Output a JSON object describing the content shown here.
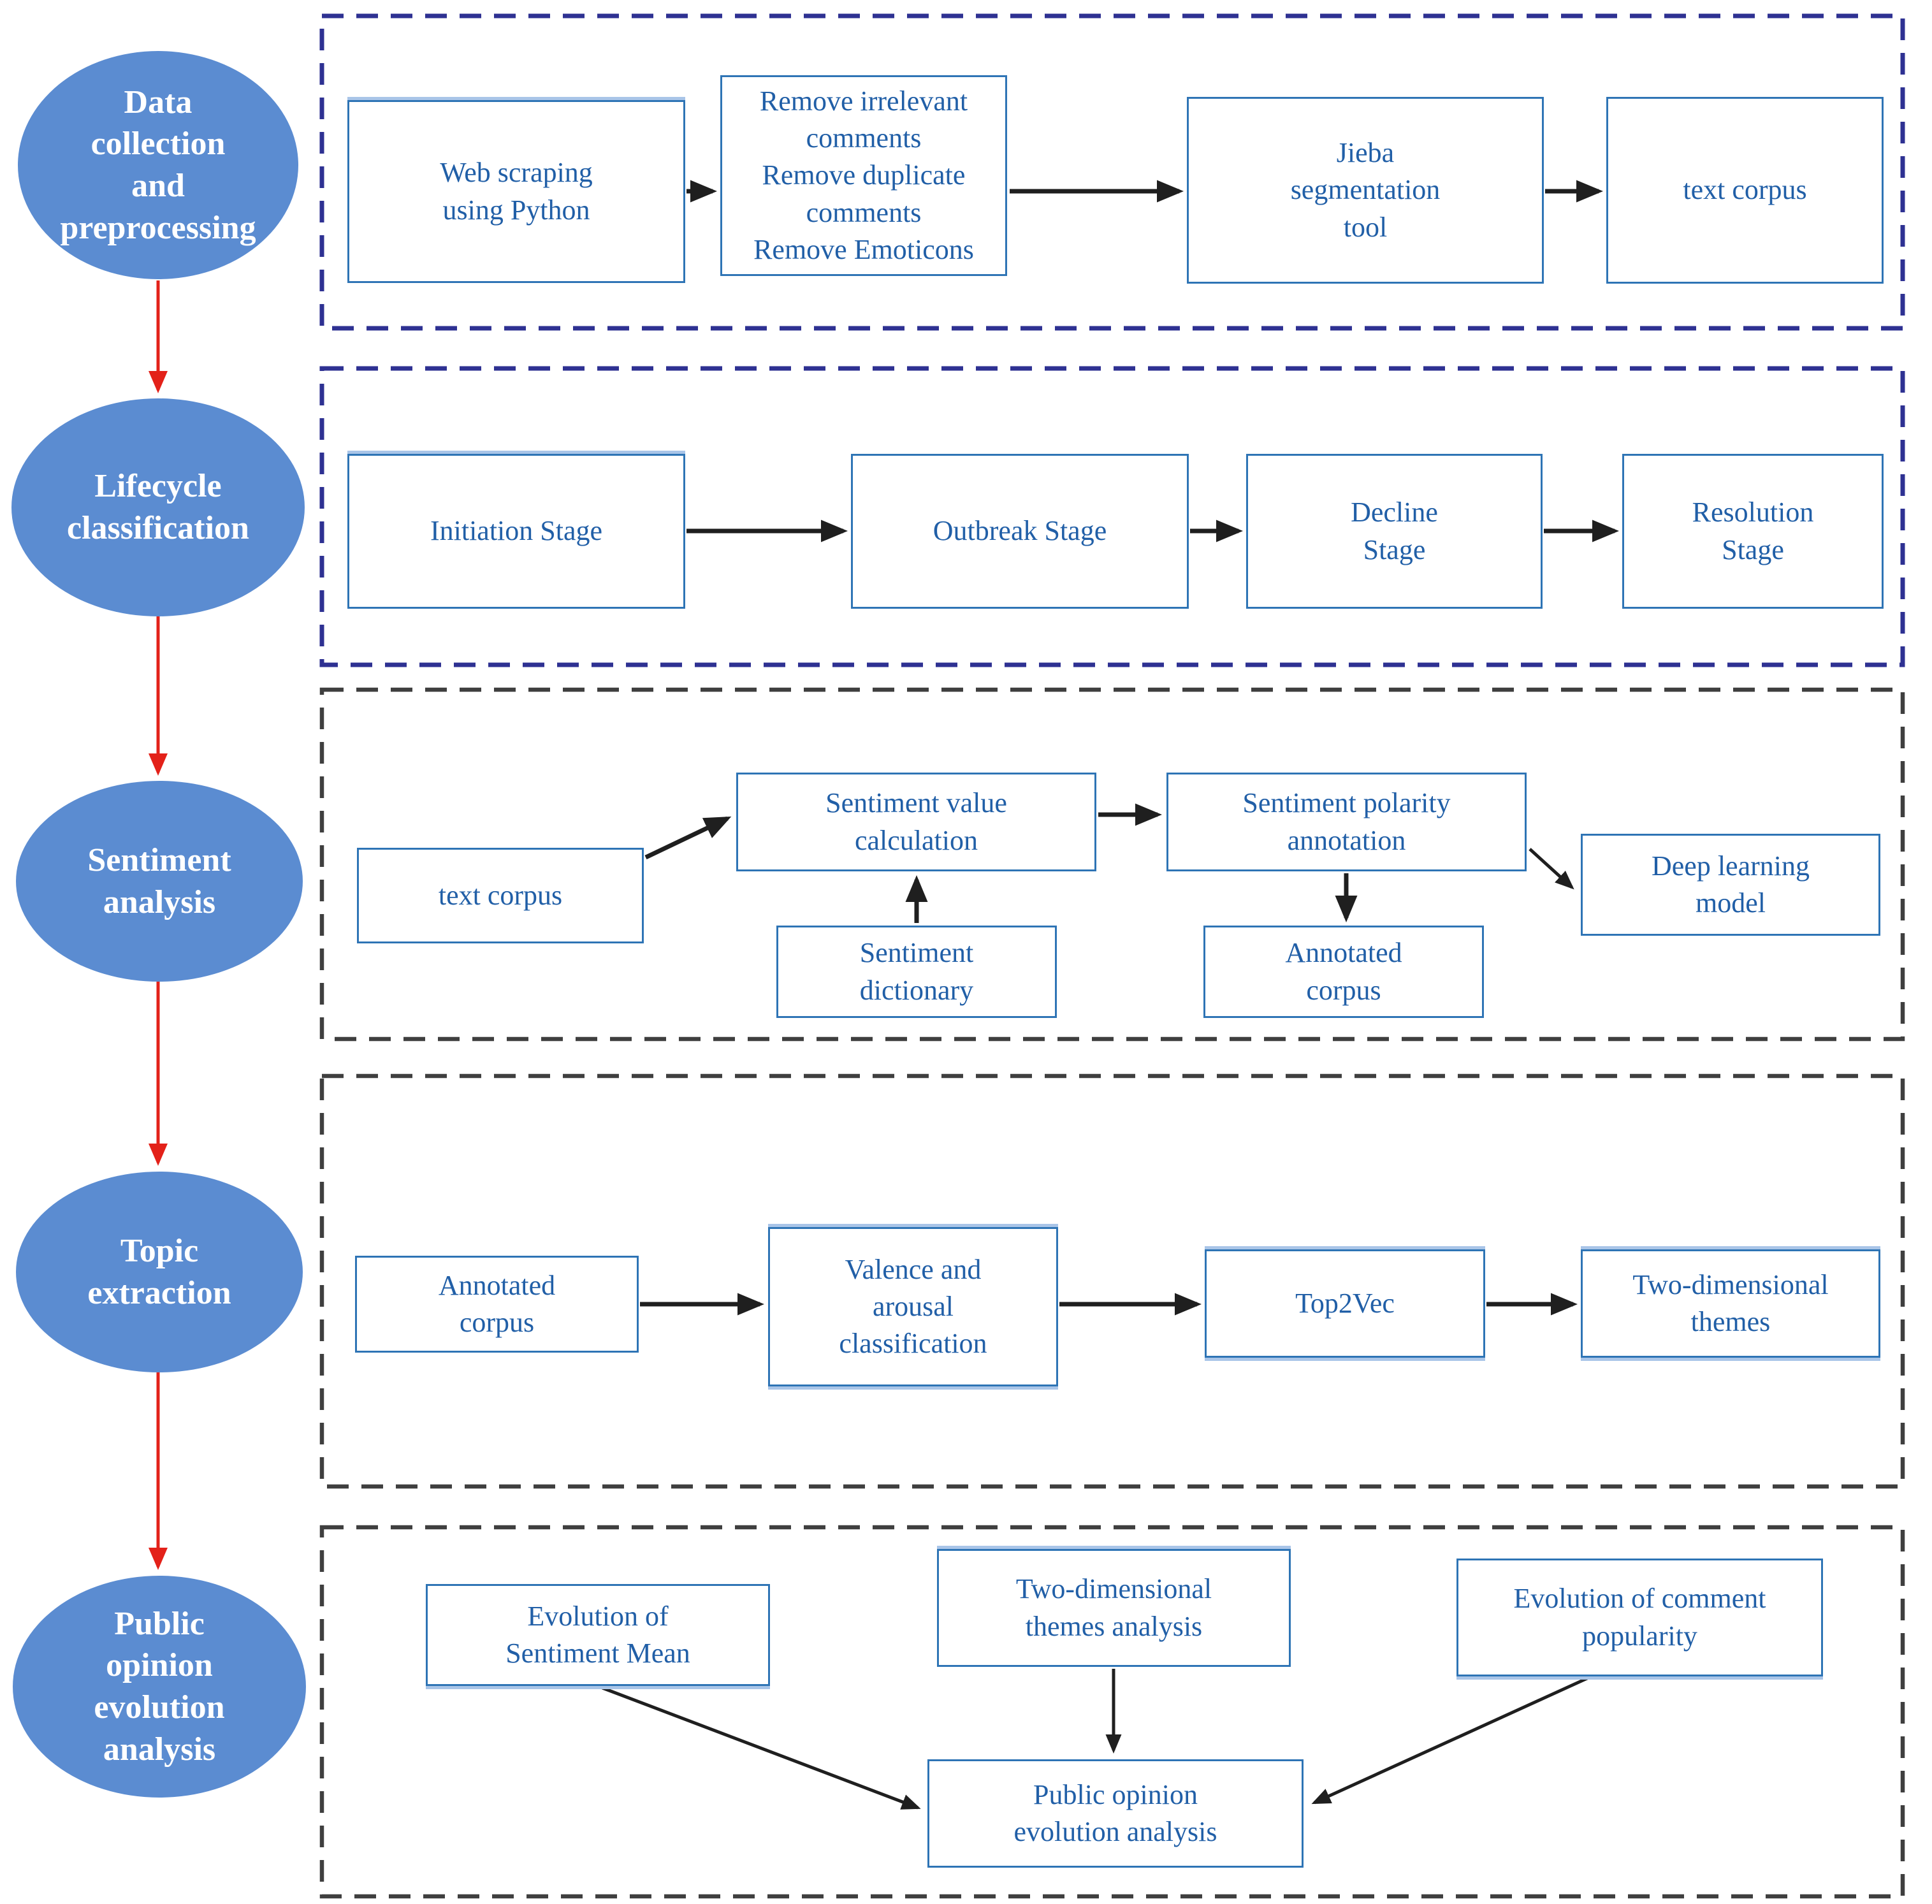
{
  "colors": {
    "circle_fill": "#5b8cd1",
    "circle_text": "#ffffff",
    "box_border": "#2e74b5",
    "box_text": "#215fa7",
    "panel_navy": "#2e3192",
    "panel_dark": "#3f3f3f",
    "arrow_black": "#1f1f1f",
    "arrow_red": "#e32119",
    "background": "#ffffff",
    "box_glow": "#a9c5e8"
  },
  "figure": {
    "stages": [
      {
        "label": [
          "Data",
          "collection",
          "and",
          "preprocessing"
        ]
      },
      {
        "label": [
          "Lifecycle",
          "classification"
        ]
      },
      {
        "label": [
          "Sentiment",
          "analysis"
        ]
      },
      {
        "label": [
          "Topic",
          "extraction"
        ]
      },
      {
        "label": [
          "Public",
          "opinion",
          "evolution",
          "analysis"
        ]
      }
    ],
    "panels": [
      {
        "boxes": [
          {
            "label": [
              "Web scraping",
              "using Python"
            ]
          },
          {
            "label": [
              "Remove irrelevant",
              "comments",
              "Remove duplicate",
              "comments",
              "Remove Emoticons"
            ]
          },
          {
            "label": [
              "Jieba",
              "segmentation",
              "tool"
            ]
          },
          {
            "label": [
              "text corpus"
            ]
          }
        ]
      },
      {
        "boxes": [
          {
            "label": [
              "Initiation Stage"
            ]
          },
          {
            "label": [
              "Outbreak Stage"
            ]
          },
          {
            "label": [
              "Decline",
              "Stage"
            ]
          },
          {
            "label": [
              "Resolution",
              "Stage"
            ]
          }
        ]
      },
      {
        "boxes": [
          {
            "label": [
              "text corpus"
            ]
          },
          {
            "label": [
              "Sentiment value",
              "calculation"
            ]
          },
          {
            "label": [
              "Sentiment polarity",
              "annotation"
            ]
          },
          {
            "label": [
              "Sentiment",
              "dictionary"
            ]
          },
          {
            "label": [
              "Annotated",
              "corpus"
            ]
          },
          {
            "label": [
              "Deep learning",
              "model"
            ]
          }
        ]
      },
      {
        "boxes": [
          {
            "label": [
              "Annotated",
              "corpus"
            ]
          },
          {
            "label": [
              "Valence and",
              "arousal",
              "classification"
            ]
          },
          {
            "label": [
              "Top2Vec"
            ]
          },
          {
            "label": [
              "Two-dimensional",
              "themes"
            ]
          }
        ]
      },
      {
        "boxes": [
          {
            "label": [
              "Evolution of",
              "Sentiment Mean"
            ]
          },
          {
            "label": [
              "Two-dimensional",
              "themes analysis"
            ]
          },
          {
            "label": [
              "Evolution of comment",
              "popularity"
            ]
          },
          {
            "label": [
              "Public opinion",
              "evolution analysis"
            ]
          }
        ]
      }
    ]
  }
}
